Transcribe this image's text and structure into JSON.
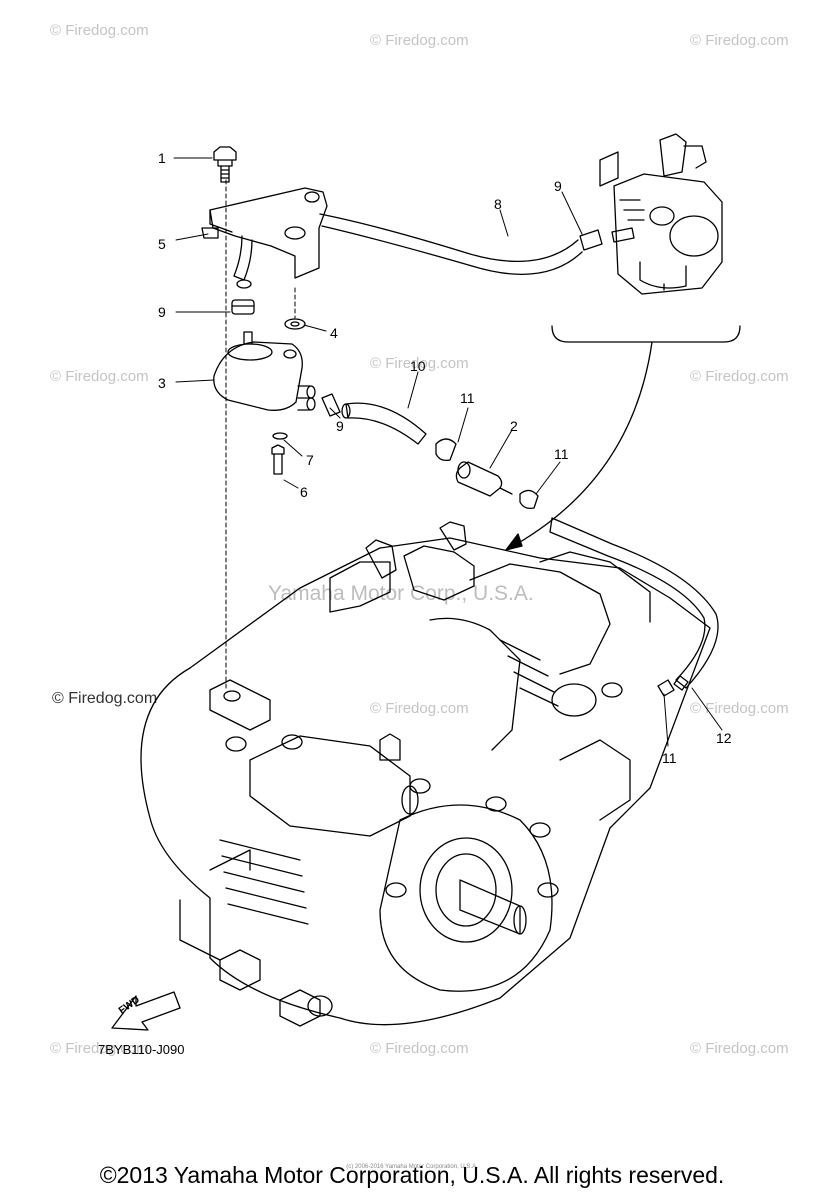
{
  "watermarks": {
    "brand": "© Firedog.com",
    "center": "Yamaha Motor Corp., U.S.A."
  },
  "callouts": {
    "c1": "1",
    "c2": "2",
    "c3": "3",
    "c4": "4",
    "c5": "5",
    "c6": "6",
    "c7a": "7",
    "c8": "8",
    "c9a": "9",
    "c9b": "9",
    "c9c": "9",
    "c10": "10",
    "c11a": "11",
    "c11b": "11",
    "c11c": "11",
    "c12": "12"
  },
  "diagram_code": "7BYB110-J090",
  "fwd_label": "FWD",
  "footer": {
    "copyright": "©2013 Yamaha Motor Corporation, U.S.A. All rights reserved.",
    "fineprint": "(c) 2006-2016 Yamaha Motor Corporation, U.S.A."
  },
  "colors": {
    "line": "#000000",
    "watermark": "#c4c4c4",
    "background": "#ffffff"
  }
}
